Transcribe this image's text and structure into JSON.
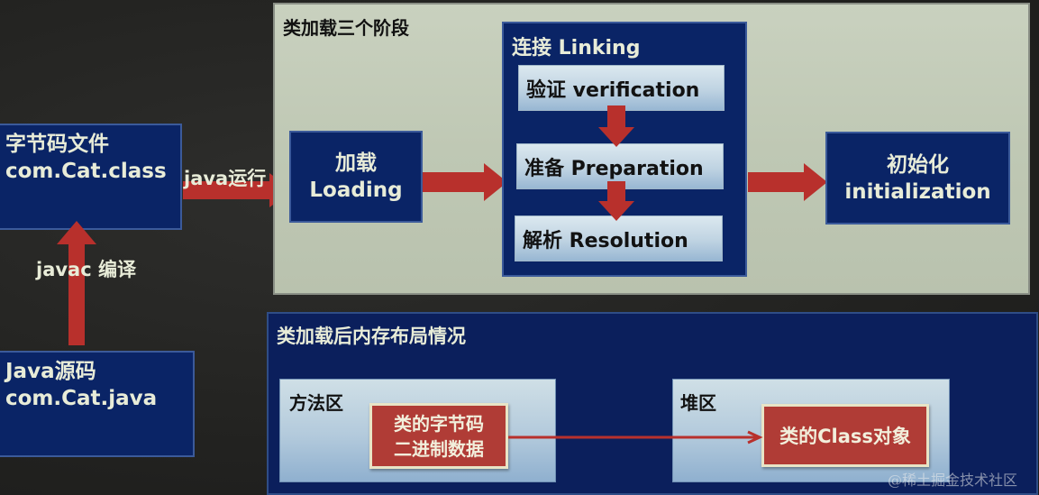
{
  "source_file": {
    "line1": "字节码文件",
    "line2": "com.Cat.class"
  },
  "java_source": {
    "line1": "Java源码",
    "line2": "com.Cat.java"
  },
  "compile_label": "javac 编译",
  "run_label": "java运行",
  "stages_panel": {
    "title": "类加载三个阶段",
    "loading": {
      "line1": "加载",
      "line2": "Loading"
    },
    "linking": {
      "title": "连接 Linking",
      "steps": [
        "验证 verification",
        "准备 Preparation",
        "解析 Resolution"
      ]
    },
    "initialization": {
      "line1": "初始化",
      "line2": "initialization"
    }
  },
  "memory_panel": {
    "title": "类加载后内存布局情况",
    "method_area": {
      "label": "方法区",
      "content": {
        "line1": "类的字节码",
        "line2": "二进制数据"
      }
    },
    "heap": {
      "label": "堆区",
      "content": "类的Class对象"
    }
  },
  "watermark": "@稀土掘金技术社区",
  "colors": {
    "navy": "#0a2466",
    "arrow_red": "#b8302c",
    "panel_light": "#c3cbb8",
    "background": "#232321"
  }
}
